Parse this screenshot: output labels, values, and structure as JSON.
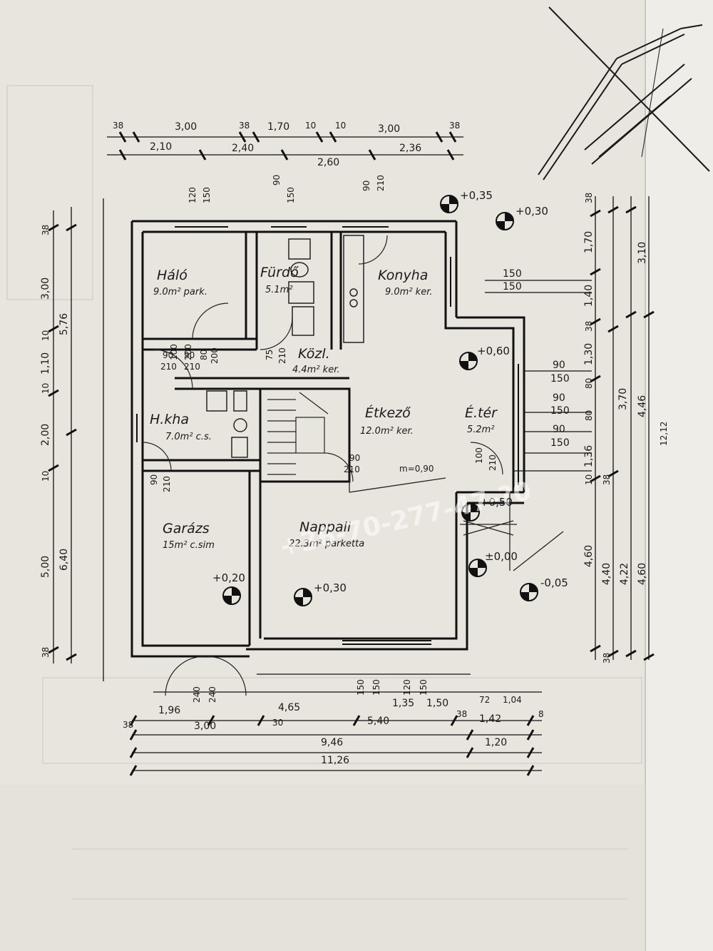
{
  "rooms": {
    "halo": {
      "name": "Háló",
      "area": "9.0m² park."
    },
    "furdo": {
      "name": "Fürdő",
      "area": "5.1m²"
    },
    "konyha": {
      "name": "Konyha",
      "area": "9.0m² ker."
    },
    "kozl": {
      "name": "Közl.",
      "area": "4.4m² ker."
    },
    "etkezo": {
      "name": "Étkező",
      "area": "12.0m² ker."
    },
    "eter": {
      "name": "É.tér",
      "area": "5.2m²"
    },
    "hkha": {
      "name": "H.kha",
      "area": "7.0m² c.s."
    },
    "garazs": {
      "name": "Garázs",
      "area": "15m² c.sim"
    },
    "nappali": {
      "name": "Nappali",
      "area": "22.3m² parketta"
    }
  },
  "levels": {
    "l1": "+0,35",
    "l2": "+0,30",
    "l3": "+0,60",
    "l4": "+0,50",
    "l5": "±0,00",
    "l6": "-0,05",
    "l7": "+0,20",
    "l8": "+0,30",
    "m": "m=0,90"
  },
  "dims_top": {
    "a": "38",
    "b": "3,00",
    "c": "38",
    "d": "1,70",
    "e": "10",
    "f": "10",
    "g": "3,00",
    "h": "38",
    "r1": "2,10",
    "r2": "2,40",
    "r3": "2,60",
    "r4": "2,36",
    "w1": "120",
    "w2": "150",
    "w3": "90",
    "w4": "150",
    "w5": "90",
    "w6": "210"
  },
  "dims_left": {
    "a": "38",
    "b": "3,00",
    "c": "10",
    "d": "1,10",
    "e": "10",
    "f": "2,00",
    "g": "10",
    "h": "5,00",
    "i": "38",
    "t1": "5,76",
    "t2": "6,40"
  },
  "dims_right": {
    "a": "38",
    "b": "1,70",
    "c": "1,40",
    "d": "38",
    "e": "1,30",
    "f": "80",
    "g": "80",
    "h": "1,36",
    "i": "10",
    "j": "38",
    "k": "4,60",
    "l": "38",
    "s1": "3,10",
    "s2": "3,70",
    "s3": "4,46",
    "s4": "4,40",
    "s5": "4,22",
    "s6": "4,60",
    "s7": "12,12"
  },
  "dims_inner": {
    "k1": "150",
    "k2": "150",
    "e1": "90",
    "e2": "150",
    "e3": "90",
    "e4": "150",
    "e5": "90",
    "e6": "150",
    "d1": "90",
    "d2": "210",
    "d3": "75",
    "d4": "210",
    "d5": "90",
    "d6": "210",
    "d7": "90",
    "d8": "210",
    "d9": "100",
    "d10": "210",
    "d11": "90",
    "d12": "210",
    "d13": "80",
    "d14": "200",
    "d15": "100",
    "d16": "200"
  },
  "dims_bottom": {
    "g1": "240",
    "g2": "240",
    "w1": "150",
    "w2": "150",
    "w3": "120",
    "w4": "150",
    "a": "1,96",
    "b": "4,65",
    "c": "1,35",
    "d": "1,50",
    "e": "72",
    "f": "1,04",
    "g": "38",
    "h": "3,00",
    "i": "30",
    "j": "5,40",
    "k": "38",
    "l": "1,42",
    "m": "8",
    "n": "9,46",
    "o": "1,20",
    "p": "11,26"
  },
  "watermark": "+36-70-277-47-?0"
}
